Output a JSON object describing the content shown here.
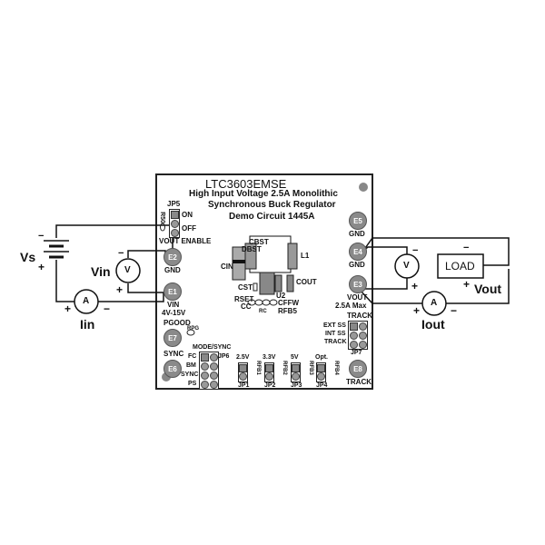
{
  "board": {
    "part": "LTC3603EMSE",
    "title1": "High Input Voltage 2.5A Monolithic",
    "title2": "Synchronous Buck Regulator",
    "title3": "Demo Circuit 1445A"
  },
  "jp5": {
    "name": "JP5",
    "ref": "R50",
    "on": "ON",
    "off": "OFF",
    "label": "VOUT ENABLE"
  },
  "terminals": {
    "e1": "E1",
    "e2": "E2",
    "e3": "E3",
    "e4": "E4",
    "e5": "E5",
    "e6": "E6",
    "e7": "E7",
    "e8": "E8"
  },
  "labels": {
    "gnd": "GND",
    "vin": "VIN",
    "vin_range": "4V-15V",
    "vout": "VOUT",
    "vout_max": "2.5A Max",
    "pgood": "PGOOD",
    "rpg": "RPG",
    "sync": "SYNC",
    "track": "TRACK"
  },
  "components": {
    "cbst": "CBST",
    "dbst": "DBST",
    "cin": "CIN",
    "l1": "L1",
    "cst": "CST",
    "u2": "U2",
    "cout": "COUT",
    "rset": "RSET",
    "cc": "CC",
    "cffw": "CFFW",
    "rfb5": "RFB5",
    "rc": "RC"
  },
  "jp6": {
    "title": "MODE/SYNC",
    "name": "JP6",
    "rows": [
      "FC",
      "BM",
      "SYNC",
      "PS"
    ]
  },
  "jp7": {
    "title": "TRACK",
    "name": "JP7",
    "rows": [
      "EXT SS",
      "INT SS",
      "TRACK"
    ]
  },
  "vsel": [
    {
      "v": "2.5V",
      "jp": "JP1",
      "r": "RFB1"
    },
    {
      "v": "3.3V",
      "jp": "JP2",
      "r": "RFB2"
    },
    {
      "v": "5V",
      "jp": "JP3",
      "r": "RFB3"
    },
    {
      "v": "Opt.",
      "jp": "JP4",
      "r": "RFB4"
    }
  ],
  "external": {
    "vs": "Vs",
    "vin": "Vin",
    "iin": "Iin",
    "vout": "Vout",
    "iout": "Iout",
    "load": "LOAD",
    "v": "V",
    "a": "A",
    "plus": "+",
    "minus": "−"
  }
}
